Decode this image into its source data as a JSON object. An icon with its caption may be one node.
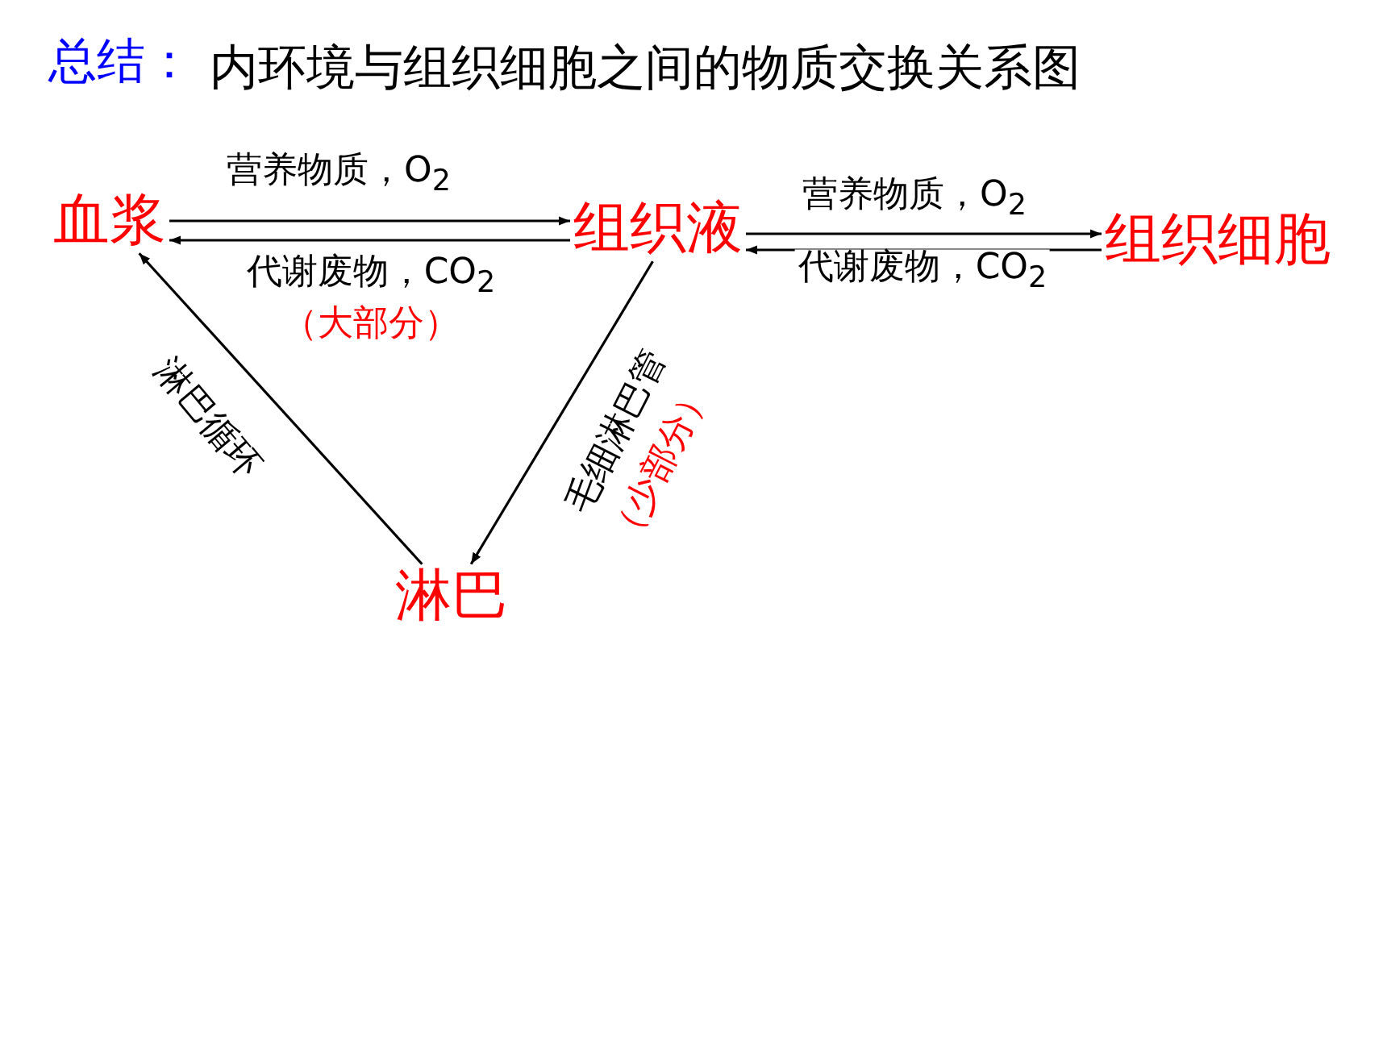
{
  "diagram": {
    "title": "内环境与组织细胞之间的物质交换关系图",
    "nodes": [
      {
        "text": [
          "血浆"
        ]
      },
      {
        "text": [
          "组织液"
        ]
      },
      {
        "text": [
          "组织细胞"
        ]
      },
      {
        "text": [
          "淋巴"
        ]
      }
    ],
    "edges": [
      {
        "from": 0,
        "to": 1,
        "arrow": "to",
        "label": "营养物质，O$_{2}$"
      },
      {
        "from": 1,
        "to": 0,
        "arrow": "to",
        "label": "代谢废物，CO$_{2}$"
      },
      {
        "from": 1,
        "to": 2,
        "arrow": "to",
        "label": "营养物质，O$_{2}$"
      },
      {
        "from": 2,
        "to": 1,
        "arrow": "to",
        "label": "代谢废物，CO$_{2}$"
      },
      {
        "from": 3,
        "to": 0,
        "arrow": "to",
        "label": "淋巴循环"
      },
      {
        "from": 1,
        "to": 3,
        "arrow": "to",
        "label": "毛细淋巴管"
      }
    ],
    "labels": [
      "总结：",
      "（大部分）",
      "（少部分）"
    ]
  }
}
